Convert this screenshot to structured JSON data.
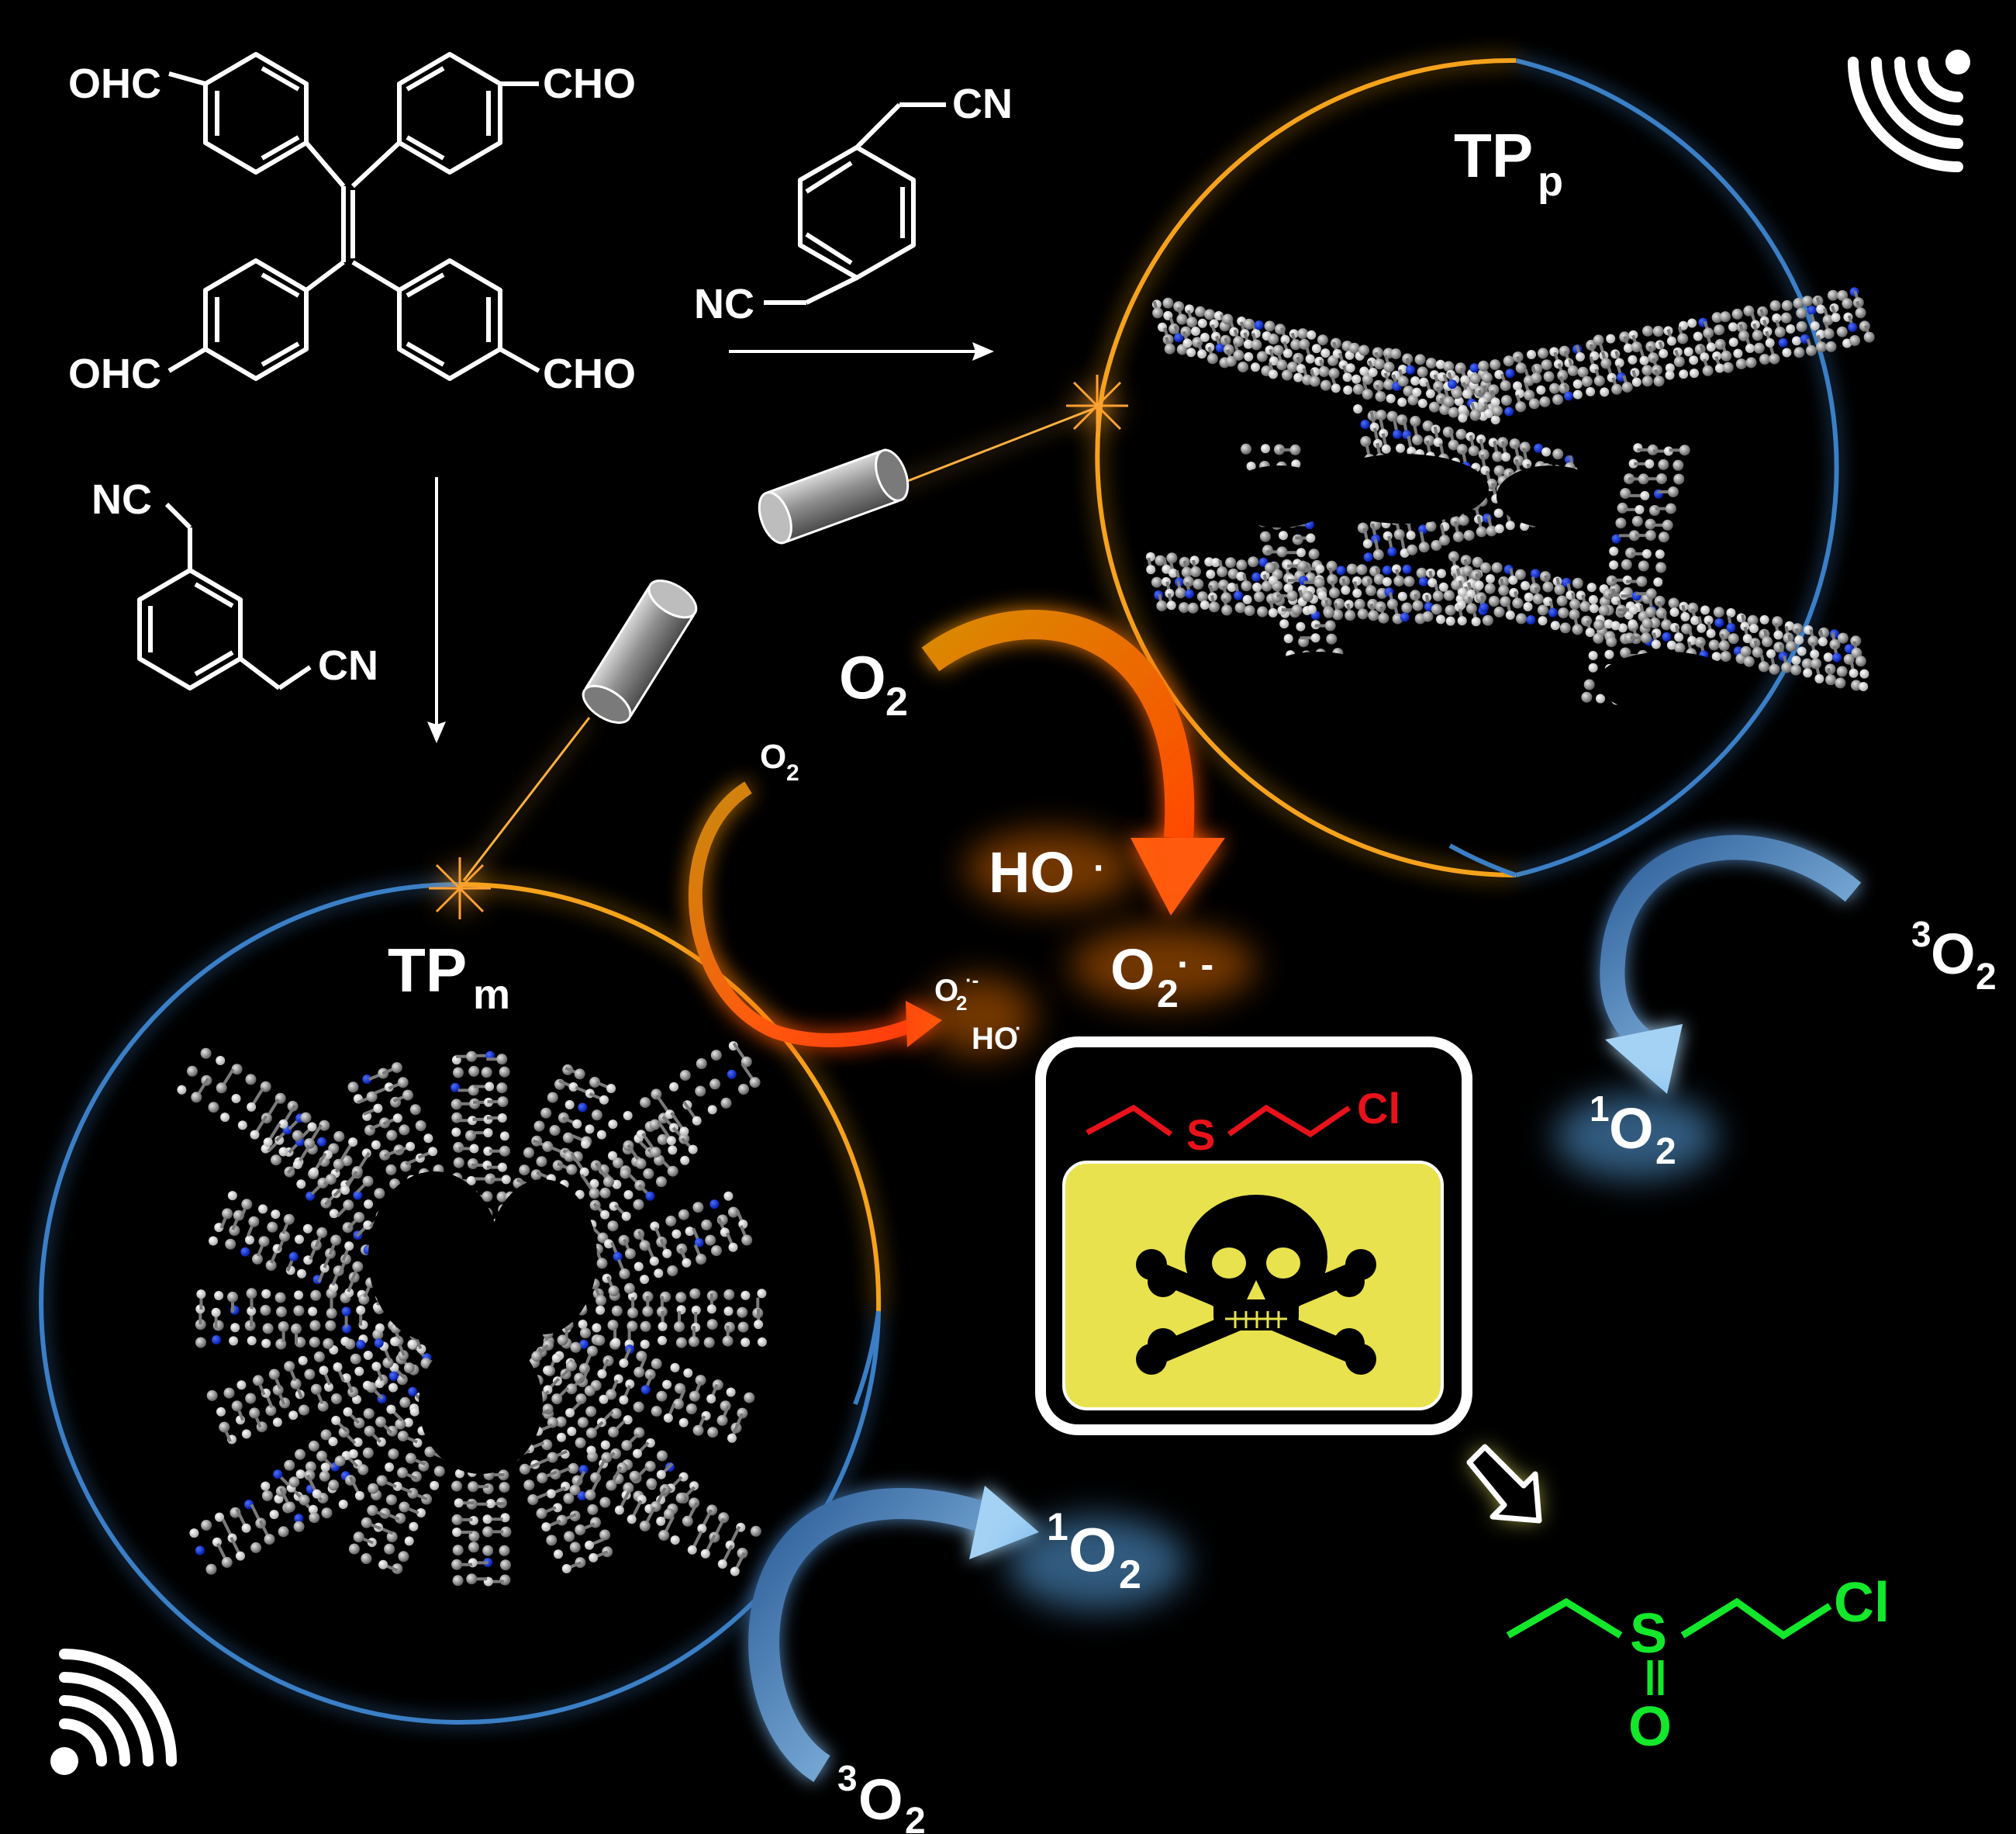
{
  "colors": {
    "background": "#000000",
    "blue_ring": "#3a7fc6",
    "orange_ring": "#f5a21b",
    "orange_glow": "#ff7a00",
    "blue_glow": "#5aa6e6",
    "toxic_red": "#e8121a",
    "product_green": "#13e82a",
    "warning_yellow": "#e8e24e"
  },
  "reactant": {
    "substituents": [
      "OHC",
      "CHO",
      "OHC",
      "CHO"
    ],
    "para_linker_groups": [
      "CN",
      "NC"
    ],
    "meta_linker_groups": [
      "NC",
      "CN"
    ]
  },
  "frameworks": {
    "para": {
      "main": "TP",
      "sub": "p"
    },
    "meta": {
      "main": "TP",
      "sub": "m"
    }
  },
  "species": {
    "o2_main": {
      "main": "O",
      "sub": "2"
    },
    "o2_small": {
      "main": "O",
      "sub": "2"
    },
    "hydroxyl": {
      "text": "HO",
      "dot": "·"
    },
    "superoxide": {
      "main": "O",
      "sub": "2",
      "suffix": "· -"
    },
    "small_superoxide": {
      "main": "O",
      "sub": "2",
      "sup": "·-"
    },
    "small_hydroxyl": {
      "text": "HO",
      "sup": "·"
    },
    "singlet_right": {
      "sup": "1",
      "main": "O",
      "sub": "2"
    },
    "triplet_right": {
      "sup": "3",
      "main": "O",
      "sub": "2"
    },
    "singlet_left": {
      "sup": "1",
      "main": "O",
      "sub": "2"
    },
    "triplet_left": {
      "sup": "3",
      "main": "O",
      "sub": "2"
    }
  },
  "toxin": {
    "sulfur": "S",
    "chlorine": "Cl"
  },
  "product": {
    "sulfur": "S",
    "oxygen": "O",
    "chlorine": "Cl"
  }
}
